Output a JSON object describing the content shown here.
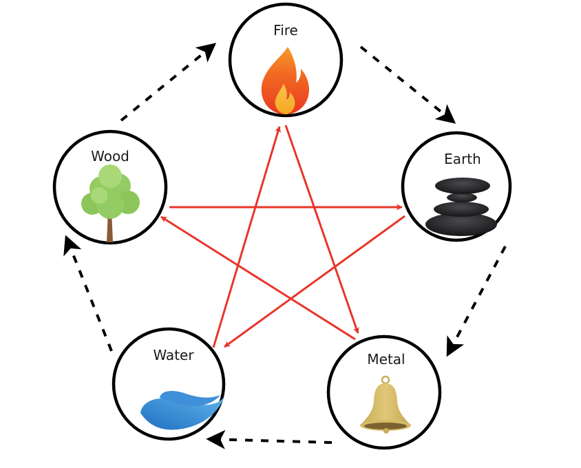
{
  "title": "Five Elements Cycle",
  "colors": {
    "control_arrow": "#e8352a",
    "generating_arrow": "#000000",
    "node_border": "#000000",
    "label": "#1a1a1a"
  },
  "nodes": [
    {
      "id": "fire",
      "label": "Fire",
      "icon": "flame-icon"
    },
    {
      "id": "earth",
      "label": "Earth",
      "icon": "stacked-stones-icon"
    },
    {
      "id": "metal",
      "label": "Metal",
      "icon": "bell-icon"
    },
    {
      "id": "water",
      "label": "Water",
      "icon": "wave-icon"
    },
    {
      "id": "wood",
      "label": "Wood",
      "icon": "tree-icon"
    }
  ],
  "generating_cycle": [
    {
      "from": "wood",
      "to": "fire"
    },
    {
      "from": "fire",
      "to": "earth"
    },
    {
      "from": "earth",
      "to": "metal"
    },
    {
      "from": "metal",
      "to": "water"
    },
    {
      "from": "water",
      "to": "wood"
    }
  ],
  "controlling_cycle": [
    {
      "from": "fire",
      "to": "metal"
    },
    {
      "from": "metal",
      "to": "wood"
    },
    {
      "from": "wood",
      "to": "earth"
    },
    {
      "from": "earth",
      "to": "water"
    },
    {
      "from": "water",
      "to": "fire"
    }
  ]
}
